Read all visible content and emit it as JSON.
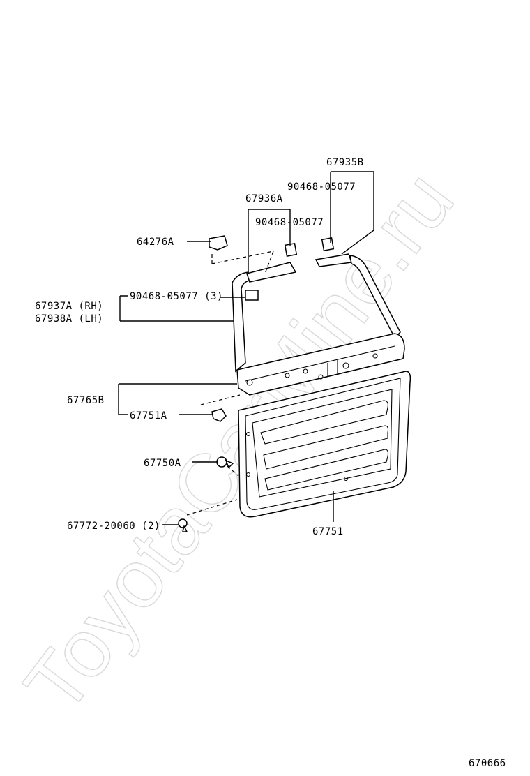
{
  "watermark": "ToyotaCarMine.ru",
  "figure_number": "670666",
  "callouts": {
    "p67935B": "67935B",
    "p90468_a": "90468-05077",
    "p67936A": "67936A",
    "p90468_b": "90468-05077",
    "p64276A": "64276A",
    "p90468_c": "90468-05077 (3)",
    "p67937A": "67937A (RH)",
    "p67938A": "67938A (LH)",
    "p67765B": "67765B",
    "p67751A": "67751A",
    "p67750A": "67750A",
    "p67772": "67772-20060 (2)",
    "p67751": "67751"
  }
}
